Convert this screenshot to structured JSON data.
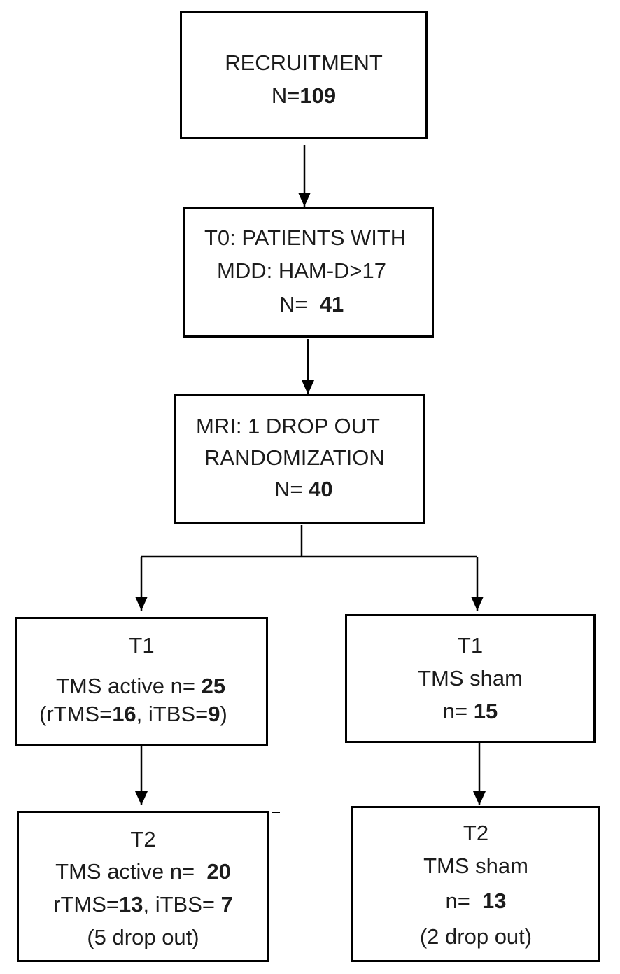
{
  "recruitment": {
    "title": "RECRUITMENT",
    "n_prefix": "N=",
    "n": "109"
  },
  "t0": {
    "line1": "T0: PATIENTS WITH",
    "line2": "MDD: HAM-D>17",
    "n_prefix": "N=",
    "n": "41"
  },
  "mri": {
    "line1": "MRI: 1 DROP OUT",
    "line2": "RANDOMIZATION",
    "n_prefix": "N=",
    "n": "40"
  },
  "t1_active": {
    "title": "T1",
    "label": "TMS active n=",
    "n": "25",
    "detail_open": "(rTMS=",
    "rtms": "16",
    "detail_mid": ", iTBS=",
    "itbs": "9",
    "detail_close": ")"
  },
  "t1_sham": {
    "title": "T1",
    "label": "TMS sham",
    "n_prefix": "n=",
    "n": "15"
  },
  "t2_active": {
    "title": "T2",
    "label": "TMS active n=",
    "n": "20",
    "rtms_prefix": "rTMS=",
    "rtms": "13",
    "itbs_prefix": ", iTBS=",
    "itbs": "7",
    "dropout": "(5 drop out)"
  },
  "t2_sham": {
    "title": "T2",
    "label": "TMS sham",
    "n_prefix": "n=",
    "n": "13",
    "dropout": "(2 drop out)"
  }
}
